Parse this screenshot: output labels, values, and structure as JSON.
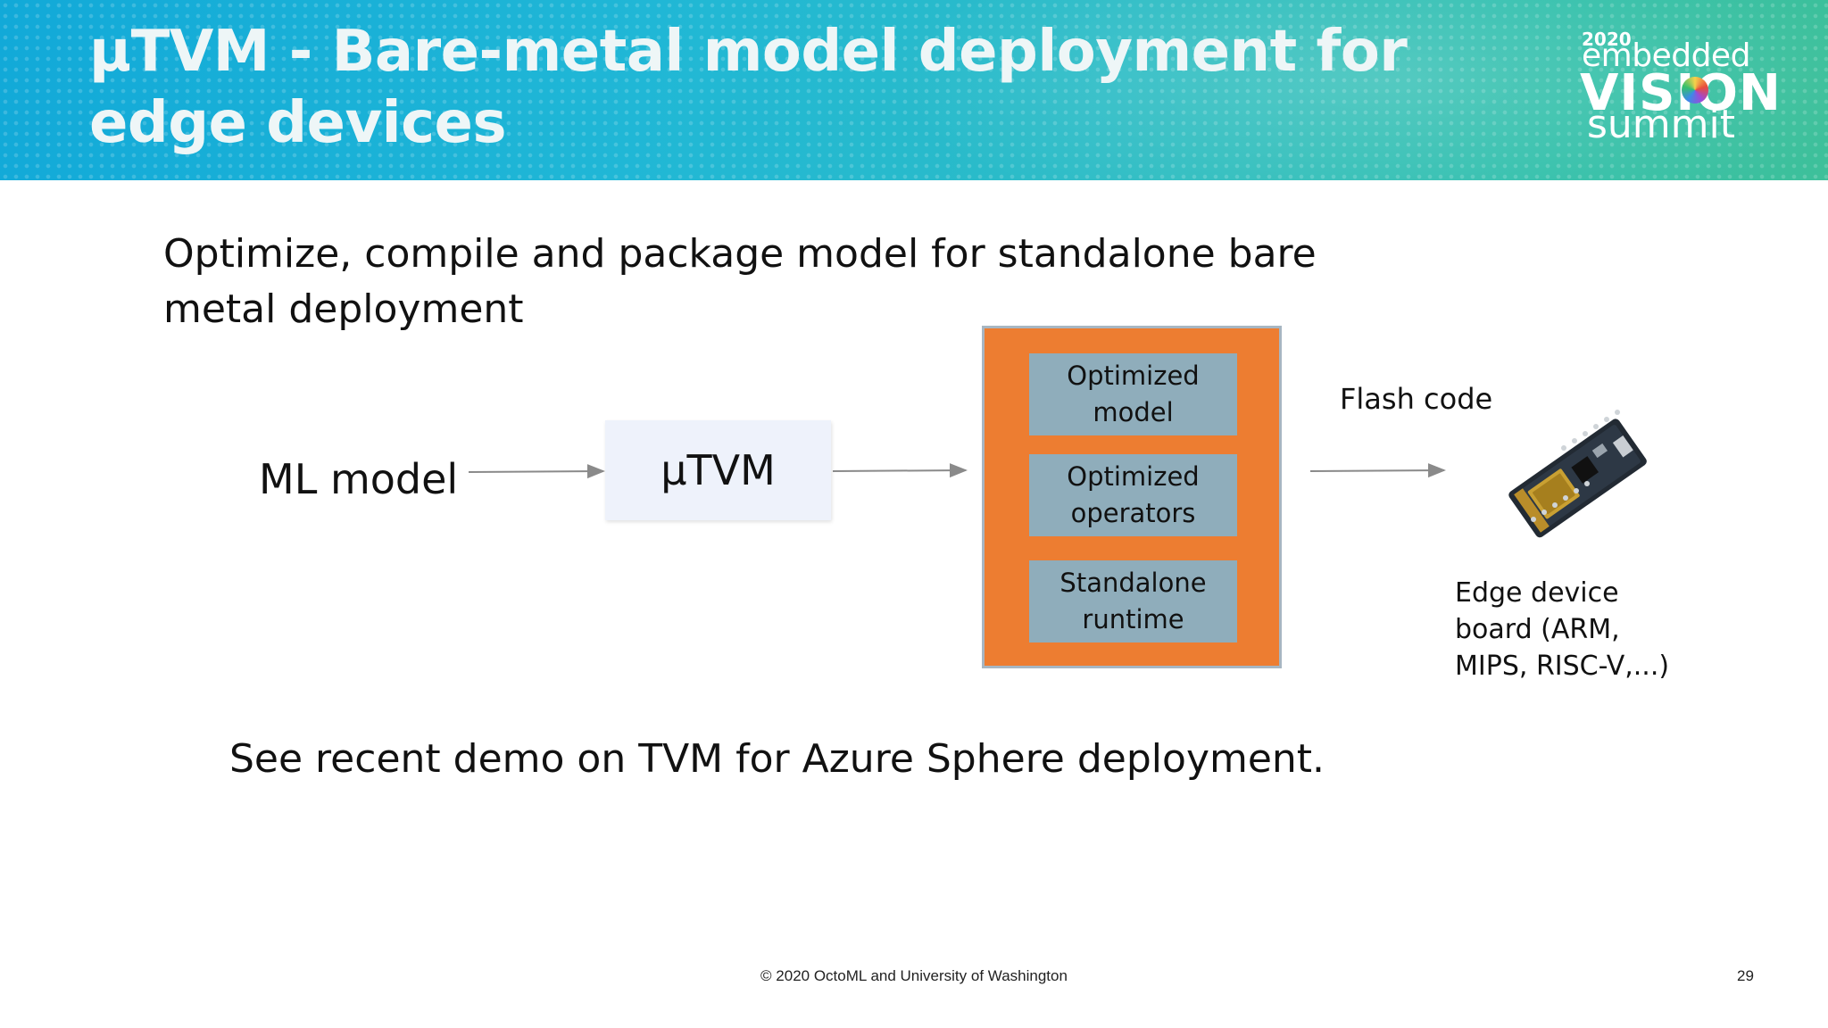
{
  "slide": {
    "title": "µTVM - Bare-metal model deployment for edge devices",
    "subtitle": "Optimize, compile and package model for standalone bare metal deployment",
    "note": "See recent demo on TVM for Azure Sphere deployment.",
    "footer": "© 2020 OctoML and University of Washington",
    "page_number": "29"
  },
  "logo": {
    "year": "2020",
    "line1": "embedded",
    "line2": "VISION",
    "line3": "summit"
  },
  "diagram": {
    "input_label": "ML model",
    "compiler_label": "µTVM",
    "package_modules": [
      "Optimized model",
      "Optimized operators",
      "Standalone runtime"
    ],
    "flash_label": "Flash code",
    "target_label": "Edge device board (ARM, MIPS, RISC-V,...)",
    "target_icon": "circuit-board-icon"
  },
  "colors": {
    "header_start": "#12a9d8",
    "header_end": "#3ec09a",
    "package_fill": "#ed7d31",
    "module_fill": "#8fadbb",
    "compiler_fill": "#eef2fb"
  }
}
